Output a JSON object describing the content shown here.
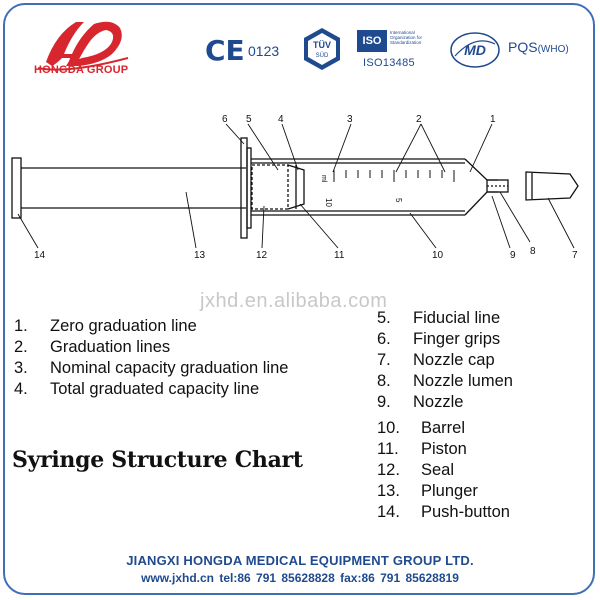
{
  "header": {
    "brand_mark": "HD",
    "brand_name": "HONGDA GROUP",
    "ce_mark": "CE",
    "ce_number": "0123",
    "tuv_top": "TÜV",
    "tuv_bottom": "SÜD",
    "iso_box": "ISO",
    "iso_org": "International Organization for Standardization",
    "iso_number": "ISO13485",
    "md_text": "MD",
    "pqs_text": "PQS",
    "pqs_suffix": "(WHO)"
  },
  "diagram": {
    "callouts": [
      "1",
      "2",
      "3",
      "4",
      "5",
      "6",
      "7",
      "8",
      "9",
      "10",
      "11",
      "12",
      "13",
      "14"
    ],
    "scale_marks": [
      "10",
      "5"
    ],
    "ml_label": "ml",
    "stroke_color": "#111111"
  },
  "watermark": "jxhd.en.alibaba.com",
  "legend": {
    "left": [
      {
        "num": "1.",
        "label": "Zero graduation line"
      },
      {
        "num": "2.",
        "label": "Graduation lines"
      },
      {
        "num": "3.",
        "label": "Nominal capacity graduation line"
      },
      {
        "num": "4.",
        "label": "Total graduated capacity line"
      }
    ],
    "right_a": [
      {
        "num": "5.",
        "label": "Fiducial line"
      },
      {
        "num": "6.",
        "label": "Finger grips"
      },
      {
        "num": "7.",
        "label": "Nozzle cap"
      },
      {
        "num": "8.",
        "label": "Nozzle lumen"
      },
      {
        "num": "9.",
        "label": "Nozzle"
      }
    ],
    "right_b": [
      {
        "num": "10.",
        "label": "Barrel"
      },
      {
        "num": "11.",
        "label": "Piston"
      },
      {
        "num": "12.",
        "label": "Seal"
      },
      {
        "num": "13.",
        "label": "Plunger"
      },
      {
        "num": "14.",
        "label": "Push-button"
      }
    ]
  },
  "title": "Syringe Structure Chart",
  "footer": {
    "company": "JIANGXI HONGDA MEDICAL EQUIPMENT GROUP LTD.",
    "contact": "www.jxhd.cn   tel:86 791 85628828   fax:86 791 85628819"
  },
  "colors": {
    "brand_red": "#d7262e",
    "brand_blue": "#1f4a8f",
    "frame_blue": "#3f6fb7"
  }
}
